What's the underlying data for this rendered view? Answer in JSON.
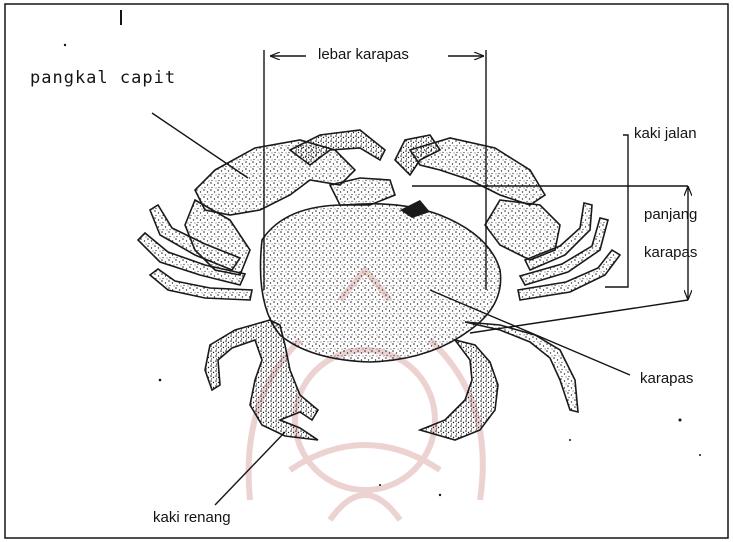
{
  "labels": {
    "lebar_karapas": "lebar karapas",
    "pangkal_capit": "pangkal capit",
    "kaki_jalan": "kaki jalan",
    "panjang_karapas": "panjang karapas",
    "panjang_karapas_line1": "panjang",
    "panjang_karapas_line2": "karapas",
    "karapas": "karapas",
    "kaki_renang": "kaki renang"
  },
  "colors": {
    "ink": "#141414",
    "stipple": "#2a2a2a",
    "background": "#ffffff",
    "watermark": "#e9c7c7"
  },
  "icons": {
    "watermark": "university-seal-watermark-icon",
    "crab": "crab-illustration-icon"
  }
}
